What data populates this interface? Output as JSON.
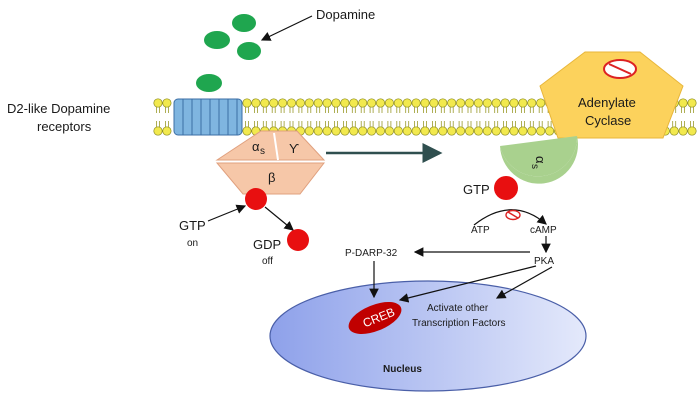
{
  "labels": {
    "dopamine": "Dopamine",
    "receptor_line1": "D2-like Dopamine",
    "receptor_line2": "receptors",
    "alpha_s": "α",
    "alpha_s_sub": "s",
    "gamma": "ϒ",
    "beta": "β",
    "adenylate_line1": "Adenylate",
    "adenylate_line2": "Cyclase",
    "alpha_s2": "α",
    "alpha_s2_sub": "s",
    "gtp_right": "GTP",
    "gtp_left": "GTP",
    "gtp_on": "on",
    "gdp": "GDP",
    "gdp_off": "off",
    "atp": "ATP",
    "camp": "cAMP",
    "pdarp": "P-DARP-32",
    "pka": "PKA",
    "creb": "CREB",
    "activate_line1": "Activate other",
    "activate_line2": "Transcription Factors",
    "nucleus": "Nucleus"
  },
  "colors": {
    "dopamine_green": "#1fa64f",
    "membrane_head": "#f2e94e",
    "receptor_blue": "#7fb5e0",
    "g_protein": "#f6c7a8",
    "adenylate_yellow": "#fcd25c",
    "alpha_green": "#a9d18e",
    "gtp_red": "#e80f10",
    "nucleus_blue": "#97a9ec",
    "creb_red": "#c00000"
  }
}
